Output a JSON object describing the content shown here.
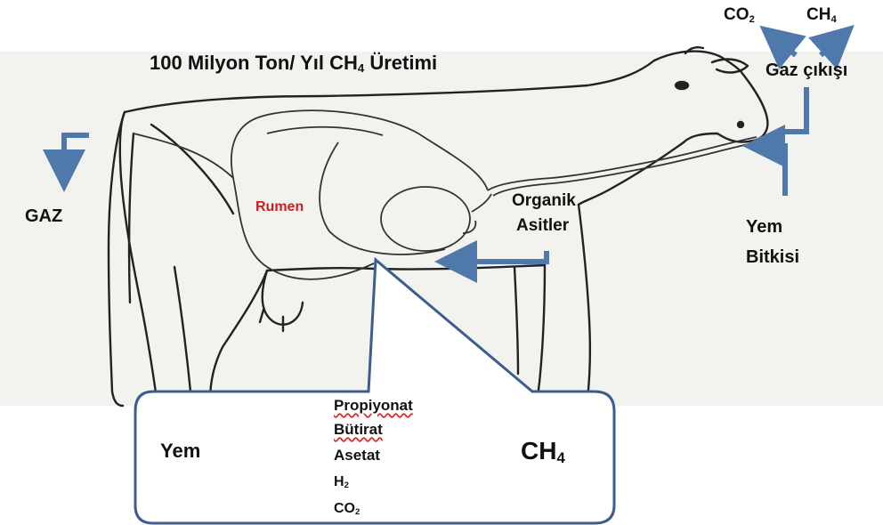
{
  "title": {
    "main": "100 Milyon Ton/ Yıl CH",
    "sub": "4",
    "rest": " Üretimi"
  },
  "top_gases": {
    "co2": {
      "main": "CO",
      "sub": "2"
    },
    "ch4": {
      "main": "CH",
      "sub": "4"
    }
  },
  "labels": {
    "gas_exit": "Gaz çıkışı",
    "gaz": "GAZ",
    "rumen": "Rumen",
    "organic_acids_1": "Organik",
    "organic_acids_2": "Asitler",
    "feed_plant_1": "Yem",
    "feed_plant_2": "Bitkisi"
  },
  "callout": {
    "input": "Yem",
    "products": {
      "propionate": "Propiyonat",
      "butyrate": "Bütirat",
      "acetate": "Asetat",
      "h2_main": "H",
      "h2_sub": "2",
      "co2_main": "CO",
      "co2_sub": "2"
    },
    "output_main": "CH",
    "output_sub": "4"
  },
  "colors": {
    "arrow": "#4f78ab",
    "rumen_label": "#cc1f1f",
    "callout_border": "#3d5d8f"
  }
}
